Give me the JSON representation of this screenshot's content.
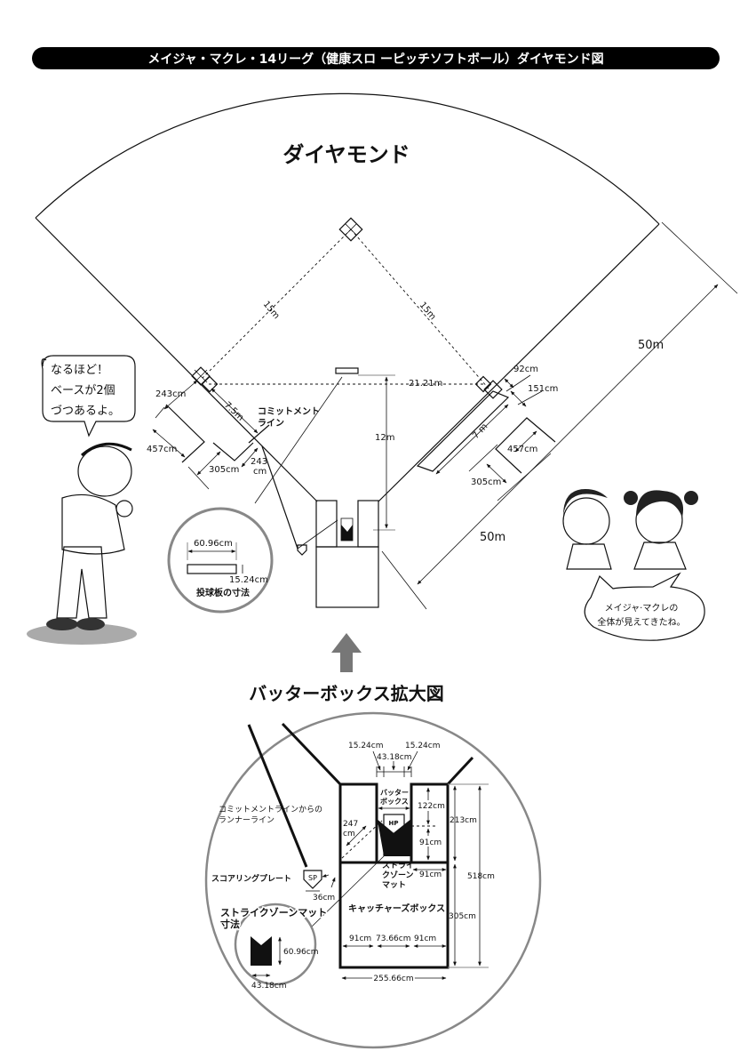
{
  "title": "メイジャ・マクレ・14リーグ（健康スロ ーピッチソフトボール）ダイヤモンド図",
  "diamond": {
    "heading": "ダイヤモンド",
    "base_distance_left": "15m",
    "base_distance_right": "15m",
    "diagonal": "21.21m",
    "pitch_distance": "12m",
    "outfield_right": "50m",
    "outfield_lower": "50m",
    "third_base_gap": "243cm",
    "commitment_distance": "7.5m",
    "commitment_label": [
      "コミットメント",
      "ライン"
    ],
    "left_box_width": "457cm",
    "left_box_depth": "305cm",
    "commit_to_box": [
      "243",
      "cm"
    ],
    "first_base_gap": "92cm",
    "first_base_ext": "151cm",
    "runner_lane": "7 m",
    "right_box_width": "457cm",
    "right_box_depth": "305cm"
  },
  "plate_inset": {
    "width": "60.96cm",
    "height": "15.24cm",
    "caption": "投球板の寸法"
  },
  "bubble_left": [
    "なるほど！",
    "ベースが2個",
    "づつあるよ。"
  ],
  "bubble_right": [
    "メイジャ·マクレの",
    "全体が見えてきたね。"
  ],
  "enlarged": {
    "heading": "バッターボックス拡大図",
    "top_left": "15.24cm",
    "top_right": "15.24cm",
    "top_center": "43.18cm",
    "batter_box_label": [
      "バッター",
      "ボックス"
    ],
    "hp": "HP",
    "runner_line_label": [
      "コミットメントラインからの",
      "ランナーライン"
    ],
    "diag": [
      "247",
      "cm"
    ],
    "right_upper": "122cm",
    "right_lower": "91cm",
    "right_box_width": "91cm",
    "total_upper": "213cm",
    "total": "518cm",
    "catcher_depth": "305cm",
    "scoring_plate_label": "スコアリングプレート",
    "sp": "SP",
    "sp_gap": "36cm",
    "mat_label": [
      "ストライ",
      "クゾーン",
      "マット"
    ],
    "catcher_box": "キャッチャーズボックス",
    "bottom_left": "91cm",
    "bottom_center": "73.66cm",
    "bottom_right": "91cm",
    "total_width": "255.66cm",
    "mat_inset_title": [
      "ストライクゾーンマット",
      "寸法"
    ],
    "mat_height": "60.96cm",
    "mat_width": "43.18cm"
  },
  "colors": {
    "title_bg": "#000000",
    "title_text": "#ffffff",
    "inset_ring": "#888888",
    "arrow": "#777777",
    "shadow": "#aaaaaa"
  }
}
